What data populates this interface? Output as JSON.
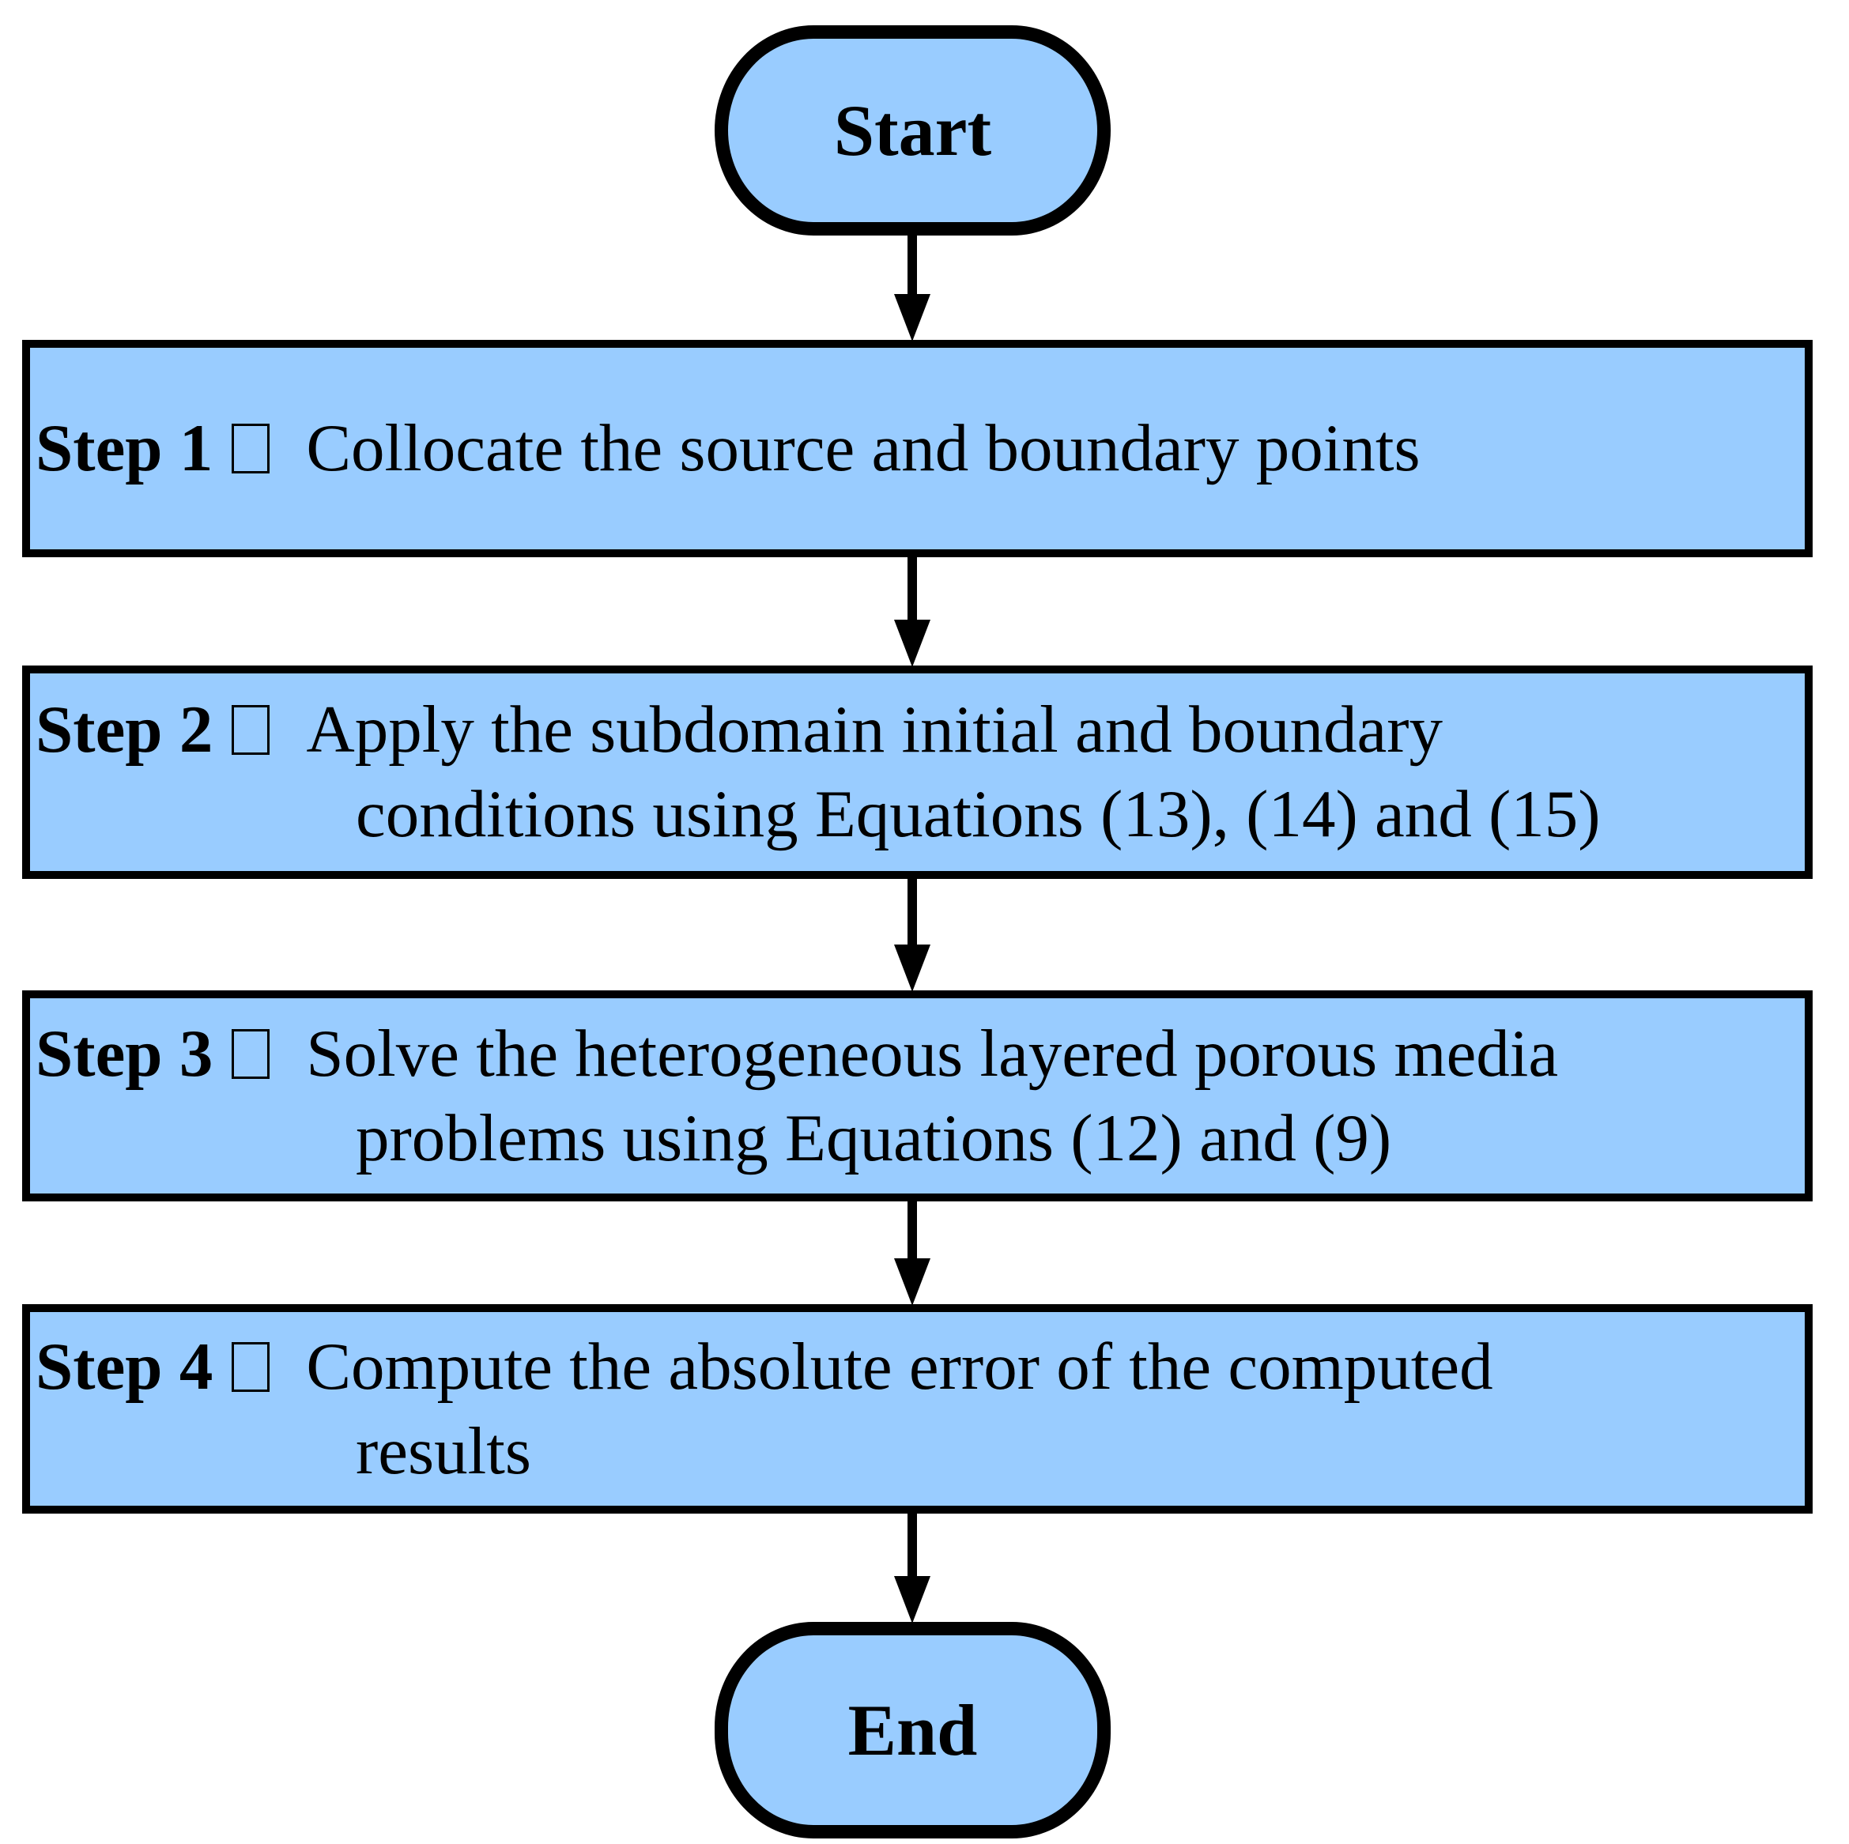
{
  "colors": {
    "background": "#ffffff",
    "node_fill": "#99ccff",
    "node_border": "#000000",
    "arrow": "#000000",
    "text": "#000000"
  },
  "flowchart": {
    "start": {
      "label": "Start"
    },
    "steps": [
      {
        "label": "Step 1",
        "separator_glyph": "□",
        "lines": [
          "Collocate the source and boundary points"
        ]
      },
      {
        "label": "Step 2",
        "separator_glyph": "□",
        "lines": [
          "Apply the subdomain initial and boundary",
          "conditions using Equations (13), (14) and (15)"
        ]
      },
      {
        "label": "Step 3",
        "separator_glyph": "□",
        "lines": [
          "Solve the heterogeneous layered porous media",
          "problems using Equations (12) and (9)"
        ]
      },
      {
        "label": "Step 4",
        "separator_glyph": "□",
        "lines": [
          "Compute the absolute error of the computed",
          "results"
        ]
      }
    ],
    "end": {
      "label": "End"
    }
  }
}
